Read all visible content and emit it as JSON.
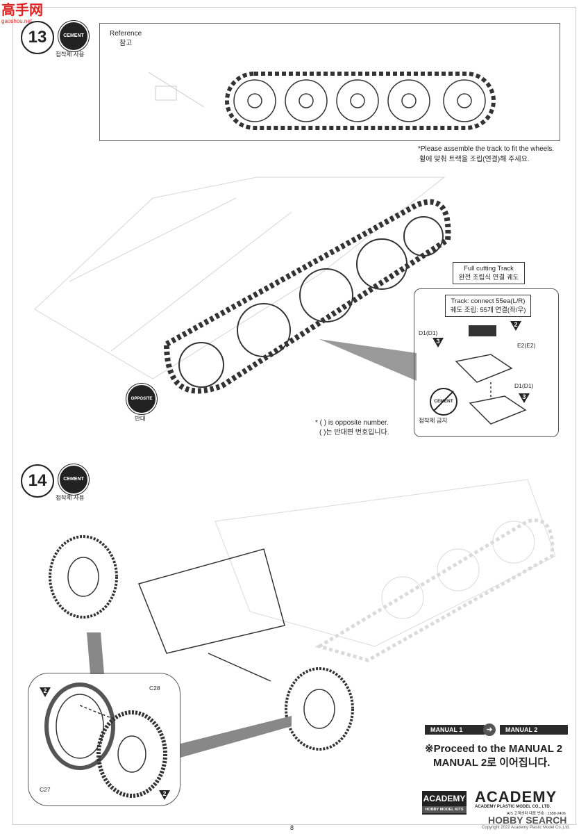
{
  "watermark": {
    "top": "高手网",
    "url": "gaoshou.net"
  },
  "step13": {
    "number": "13",
    "cement_badge": "CEMENT",
    "cement_label": "접착제 사용",
    "reference_en": "Reference",
    "reference_ko": "참고",
    "note_en": "*Please assemble the track to fit the wheels.",
    "note_ko": "휠에 맞춰 트랙을 조립(연결)해 주세요.",
    "full_track_en": "Full cutting Track",
    "full_track_ko": "완전 조립식 연결 궤도",
    "track_connect_en": "Track: connect 55ea(L/R)",
    "track_connect_ko": "궤도 조립: 55개 연결(좌/우)",
    "part_d1_top": "D1(D1)",
    "part_d1_top_qty": "3",
    "part_e2": "E2(E2)",
    "part_e2_qty": "2",
    "part_d1_right": "D1(D1)",
    "part_d1_right_qty": "3",
    "no_cement_badge": "CEMENT",
    "no_cement_label": "접착제 금지",
    "opposite_badge": "OPPOSITE",
    "opposite_label": "반대",
    "opposite_note_en": "* (   ) is opposite number.",
    "opposite_note_ko": "(   )는 반대편 번호입니다."
  },
  "step14": {
    "number": "14",
    "cement_badge": "CEMENT",
    "cement_label": "접착제 사용",
    "part_c28": "C28",
    "part_c27": "C27",
    "qty_left": "2",
    "qty_right": "2"
  },
  "footer": {
    "manual1": "MANUAL 1",
    "manual2": "MANUAL 2",
    "proceed_en": "※Proceed to the MANUAL 2",
    "proceed_ko": "MANUAL 2로 이어집니다.",
    "logo_small_top": "ACADEMY",
    "logo_small_bottom": "HOBBY MODEL KITS",
    "logo_big": "ACADEMY",
    "company": "ACADEMY PLASTIC MODEL CO., LTD.",
    "as_center": "A/S 고객센터 대표 번호 : 1588-2406",
    "hobby_search": "HOBBY SEARCH",
    "copyright": "Copyright 2022 Academy Plastic Model Co.,Ltd.",
    "page_number": "8"
  }
}
